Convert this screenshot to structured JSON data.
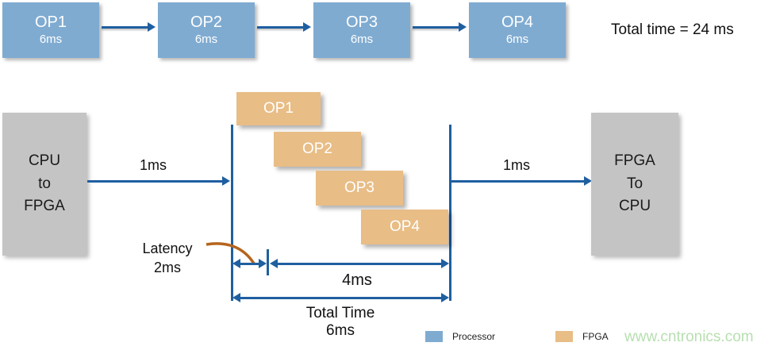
{
  "sequential": {
    "boxes": [
      {
        "name": "OP1",
        "time": "6ms"
      },
      {
        "name": "OP2",
        "time": "6ms"
      },
      {
        "name": "OP3",
        "time": "6ms"
      },
      {
        "name": "OP4",
        "time": "6ms"
      }
    ],
    "total_label": "Total time = 24 ms"
  },
  "pipeline": {
    "input_block": {
      "line1": "CPU",
      "line2": "to",
      "line3": "FPGA"
    },
    "output_block": {
      "line1": "FPGA",
      "line2": "To",
      "line3": "CPU"
    },
    "input_transfer_label": "1ms",
    "output_transfer_label": "1ms",
    "ops": [
      {
        "name": "OP1"
      },
      {
        "name": "OP2"
      },
      {
        "name": "OP3"
      },
      {
        "name": "OP4"
      }
    ],
    "latency_label_line1": "Latency",
    "latency_label_line2": "2ms",
    "throughput_label": "4ms",
    "total_label_line1": "Total Time",
    "total_label_line2": "6ms"
  },
  "legend": {
    "items": [
      {
        "label": "Processor",
        "color": "#7fabd1"
      },
      {
        "label": "FPGA",
        "color": "#e8bd86"
      }
    ]
  },
  "watermark": {
    "text": "www.cntronics.com"
  },
  "colors": {
    "processor_blue": "#7fabd1",
    "fpga_orange": "#e8bd86",
    "gray_block": "#c4c4c4",
    "line_blue": "#1f5fa0",
    "latency_curve": "#b5651d",
    "watermark_green": "#b7dfb0"
  }
}
